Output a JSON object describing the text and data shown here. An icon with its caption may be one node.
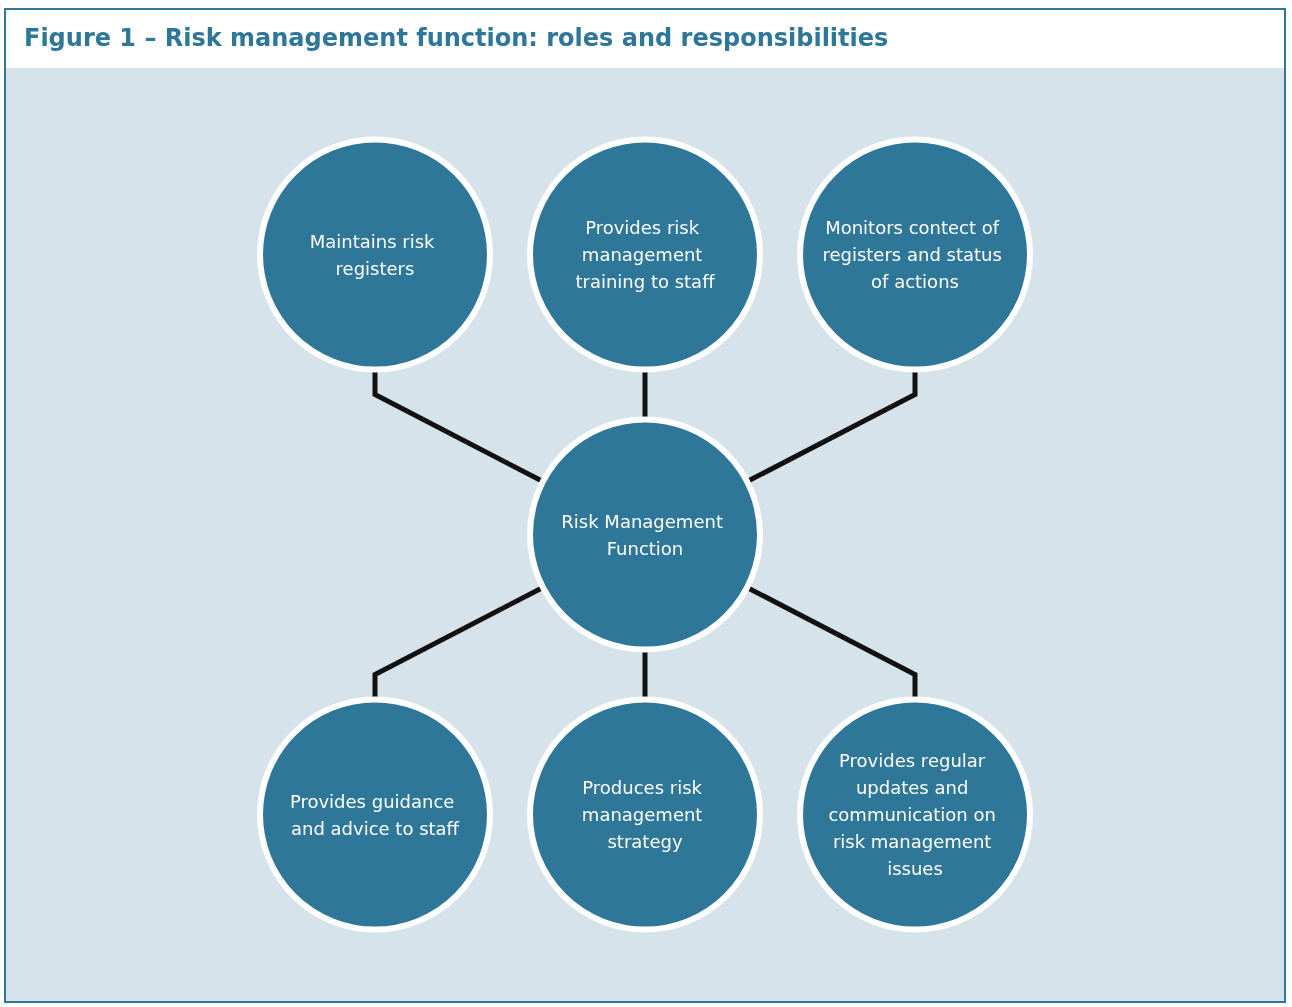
{
  "diagram": {
    "title": "Figure 1 – Risk management function: roles and responsibilities",
    "nodes": [
      {
        "text": [
          "Maintains risk registers"
        ]
      },
      {
        "text": [
          "Provides risk management training to staff"
        ]
      },
      {
        "text": [
          "Monitors contect of registers and status of actions"
        ]
      },
      {
        "text": [
          "Risk Management Function"
        ]
      },
      {
        "text": [
          "Provides guidance and advice to staff"
        ]
      },
      {
        "text": [
          "Produces risk management strategy"
        ]
      },
      {
        "text": [
          "Provides regular updates and communication on risk management issues"
        ]
      }
    ],
    "edges": [
      {
        "from": 0,
        "to": 3,
        "arrow": "none"
      },
      {
        "from": 1,
        "to": 3,
        "arrow": "none"
      },
      {
        "from": 2,
        "to": 3,
        "arrow": "none"
      },
      {
        "from": 3,
        "to": 4,
        "arrow": "none"
      },
      {
        "from": 3,
        "to": 5,
        "arrow": "none"
      },
      {
        "from": 3,
        "to": 6,
        "arrow": "none"
      }
    ]
  }
}
